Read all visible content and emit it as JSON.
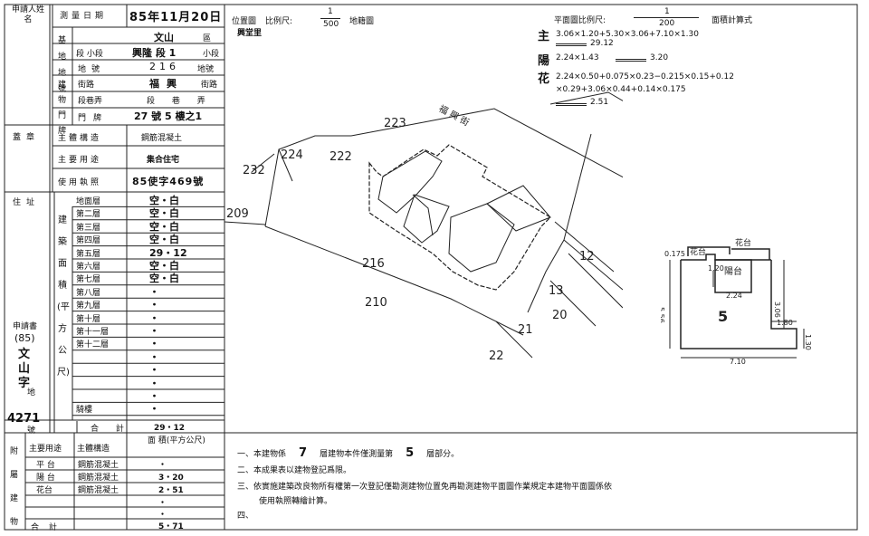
{
  "applicant": {
    "label": "申請人姓名",
    "survey_date_label": "測量日期",
    "survey_date": "85年11月20日"
  },
  "base_land": {
    "label": "基地地號",
    "district_value": "文山",
    "district_suffix": "區",
    "section_label": "段 小段",
    "section_value": "興隆 段 1",
    "subsection_suffix": "小段",
    "lot_label": "地號",
    "lot_value": "216",
    "lot_suffix": "地號"
  },
  "building_number": {
    "label": "建物門牌",
    "street_label": "街路",
    "street_value": "福興",
    "street_suffix": "街路",
    "lane_label": "段巷弄",
    "lane_value": "段 巷 弄",
    "door_label": "門牌",
    "door_value": "27 號 5 樓之1"
  },
  "seal_label": "蓋章",
  "structure": {
    "label": "主體構造",
    "value": "鋼筋混凝土"
  },
  "main_use": {
    "label": "主要用途",
    "value": "集合住宅"
  },
  "license": {
    "label": "使用執照",
    "value": "85使字469號"
  },
  "address_label": "住址",
  "floor_area_label": "建築面積(平方公尺)",
  "floors": [
    {
      "name": "地面層",
      "value": "空・白"
    },
    {
      "name": "第二層",
      "value": "空・白"
    },
    {
      "name": "第三層",
      "value": "空・白"
    },
    {
      "name": "第四層",
      "value": "空・白"
    },
    {
      "name": "第五層",
      "value": "29・12"
    },
    {
      "name": "第六層",
      "value": "空・白"
    },
    {
      "name": "第七層",
      "value": "空・白"
    },
    {
      "name": "第八層",
      "value": "・"
    },
    {
      "name": "第九層",
      "value": "・"
    },
    {
      "name": "第十層",
      "value": "・"
    },
    {
      "name": "第十一層",
      "value": "・"
    },
    {
      "name": "第十二層",
      "value": "・"
    },
    {
      "name": "",
      "value": "・"
    },
    {
      "name": "",
      "value": "・"
    },
    {
      "name": "",
      "value": "・"
    },
    {
      "name": "",
      "value": "・"
    },
    {
      "name": "騎樓",
      "value": "・"
    }
  ],
  "floor_total": {
    "label": "合 計",
    "value": "29・12"
  },
  "application": {
    "label": "申請書",
    "year": "(85)",
    "word": "文山 字",
    "word_suffix": "地",
    "number": "4271",
    "number_suffix": "號"
  },
  "annex": {
    "label": "附屬建物",
    "headers": [
      "主要用途",
      "主體構造",
      "面 積(平方公尺)"
    ],
    "rows": [
      {
        "use": "平 台",
        "structure": "鋼筋混凝土",
        "area": "・"
      },
      {
        "use": "陽 台",
        "structure": "鋼筋混凝土",
        "area": "3・20"
      },
      {
        "use": "花台",
        "structure": "鋼筋混凝土",
        "area": "2・51"
      },
      {
        "use": "",
        "structure": "",
        "area": "・"
      },
      {
        "use": "",
        "structure": "",
        "area": "・"
      }
    ],
    "total_label": "合 計",
    "total_value": "5・71"
  },
  "location_map": {
    "title": "位置圖",
    "scale_label": "比例尺:",
    "scale_num": "1",
    "scale_den": "500",
    "map_type": "地籍圖",
    "village": "興堂里",
    "road": "福 興 街",
    "lots": [
      "223",
      "224",
      "222",
      "232",
      "209",
      "216",
      "210",
      "12",
      "13",
      "20",
      "21",
      "22"
    ]
  },
  "floor_plan": {
    "title": "平面圖比例尺:",
    "scale_num": "1",
    "scale_den": "200",
    "calc_label": "面積計算式",
    "main_label": "主",
    "main_formula": "3.06×1.20+5.30×3.06+7.10×1.30",
    "main_result": "29.12",
    "balcony_label": "陽",
    "balcony_formula": "2.24×1.43",
    "balcony_result": "3.20",
    "planter_label": "花",
    "planter_formula_1": "2.24×0.50+0.075×0.23−0.215×0.15+0.12",
    "planter_formula_2": "×0.29+3.06×0.44+0.14×0.175",
    "planter_result": "2.51",
    "plan_number": "5",
    "dims": [
      "5.56",
      "7.10",
      "1.80",
      "1.30",
      "3.06",
      "2.24",
      "0.175",
      "1.20"
    ],
    "labels": {
      "planter1": "花台",
      "planter2": "花台",
      "balcony": "陽台"
    }
  },
  "notes": [
    {
      "prefix": "一、本建物係",
      "n1": "7",
      "mid": "層建物本件僅測量第",
      "n2": "5",
      "suffix": "層部分。"
    },
    {
      "text": "二、本成果表以建物登記爲限。"
    },
    {
      "text": "三、依實施建築改良物所有權第一次登記僅勘測建物位置免再勘測建物平面圖作業規定本建物平面圖係依"
    },
    {
      "text": "使用執照轉繪計算。"
    },
    {
      "text": "四、"
    }
  ]
}
